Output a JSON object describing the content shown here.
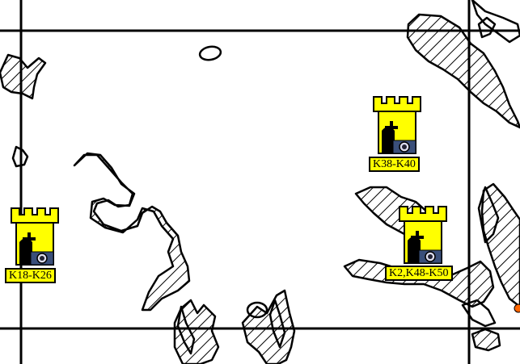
{
  "map": {
    "background": "#ffffff",
    "line_color": "#000000",
    "marker_fill": "#ffff00",
    "accent": "#ff6600"
  },
  "markers": [
    {
      "label": "K38-K40",
      "icon": "tower-with-cross-and-camera-icon"
    },
    {
      "label": "K18-K26",
      "icon": "tower-with-cross-and-camera-icon"
    },
    {
      "label": "K2,K48-K50",
      "icon": "tower-with-cross-and-camera-icon"
    }
  ]
}
